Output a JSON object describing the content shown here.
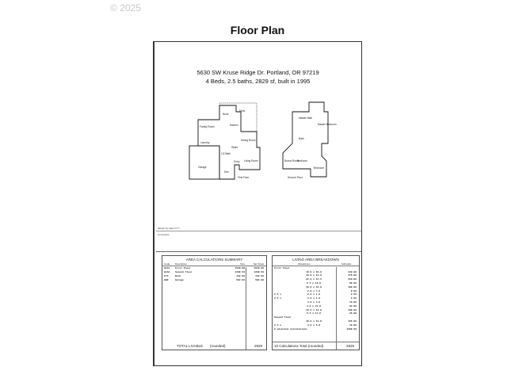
{
  "copyright": "© 2025",
  "title": "Floor Plan",
  "address_line1": "5630 SW Kruse Ridge Dr. Portland, OR 97219",
  "address_line2": "4 Beds, 2.5 baths, 2829 sf, built in 1995",
  "first_floor_rooms": [
    "Deck",
    "Nook",
    "Kitchen",
    "Family Room",
    "Dining Room",
    "Laundry",
    "Stairs",
    "1/2 Bath",
    "Entry",
    "Living Room",
    "Garage",
    "Den",
    "First Floor"
  ],
  "second_floor_rooms": [
    "Master Bath",
    "Master Bedroom",
    "Bath",
    "Bonus Room",
    "Bedroom",
    "Bedroom",
    "Second Floor"
  ],
  "sketch_note": "Sketch by Apex IV™",
  "comments_label": "Comments",
  "summary": {
    "title": "AREA CALCULATIONS SUMMARY",
    "headers": [
      "Code",
      "Description",
      "Size",
      "Net Totals"
    ],
    "rows": [
      [
        "GLA1",
        "First Floor",
        "1530.60",
        "1530.60"
      ],
      [
        "GLA2",
        "Second Floor",
        "1298.50",
        "1298.50"
      ],
      [
        "P/P",
        "Deck",
        "342.00",
        "342.00"
      ],
      [
        "GAR",
        "Garage",
        "502.00",
        "502.00"
      ]
    ],
    "total_label": "TOTAL LIVABLE",
    "total_note": "(rounded)",
    "total_value": "2829"
  },
  "breakdown": {
    "title": "LIVING AREA BREAKDOWN",
    "headers": [
      "Breakdown",
      "Subtotals"
    ],
    "rows": [
      [
        "First Floor",
        "",
        ""
      ],
      [
        "",
        "18.0 x 19.0",
        "342.00"
      ],
      [
        "",
        "19.0 x 12.0",
        "276.00"
      ],
      [
        "",
        "22.0 x 14.5",
        "319.00"
      ],
      [
        "",
        "5.5 x 16.0",
        "88.00"
      ],
      [
        "",
        "10.0 x 16.0",
        "160.00"
      ],
      [
        "",
        "2.0 x 4.0",
        "8.00"
      ],
      [
        "2.5 x",
        "2.0 x 1.0",
        "2.50"
      ],
      [
        "2.5 x",
        "2.0 x 1.0",
        "2.50"
      ],
      [
        "",
        "4.0 x 4.0",
        "16.00"
      ],
      [
        "",
        "4.0 x 23.0",
        "92.00"
      ],
      [
        "",
        "16.5 x 12.0",
        "198.00"
      ],
      [
        "",
        "5.5 x 11.0",
        "26.00"
      ],
      [
        "Second Floor",
        "",
        ""
      ],
      [
        "",
        "18.0 x 12.0",
        "126.00"
      ],
      [
        "2.5 x",
        "4.0 x 5.0",
        "10.00"
      ],
      [
        "8 adjusted calculations",
        "",
        "1298.50"
      ]
    ],
    "total_label": "10 Calculations Total (rounded)",
    "total_value": "2829"
  }
}
